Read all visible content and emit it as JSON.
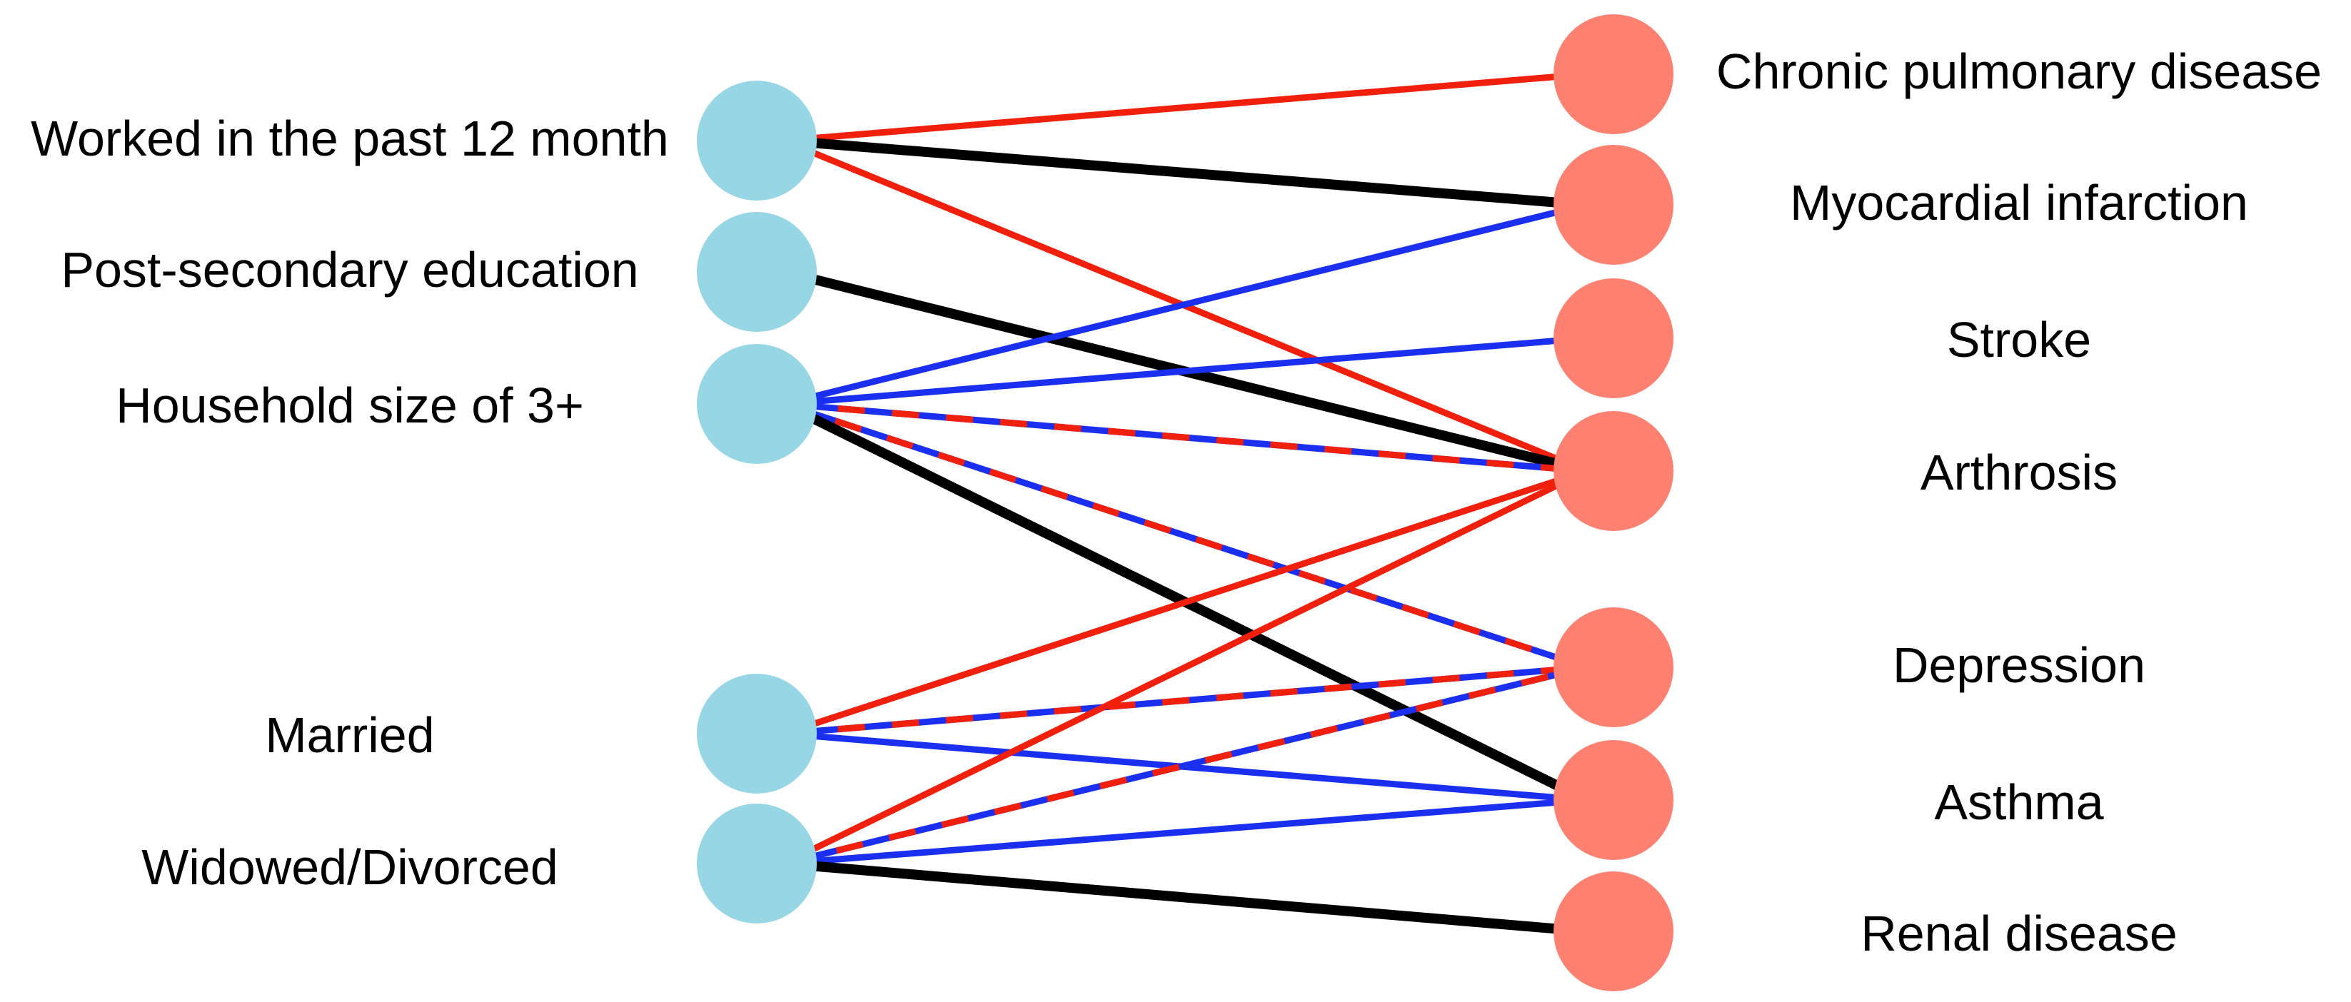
{
  "colors": {
    "left_node": "#96d6e5",
    "right_node": "#fd8070",
    "positive": "#f0200d",
    "negative": "#1a2ff0",
    "mixed_a": "#f0200d",
    "mixed_b": "#1a2ff0",
    "strong": "#000000"
  },
  "left_nodes": [
    {
      "id": "worked",
      "label": "Worked in the past 12 month"
    },
    {
      "id": "postsec",
      "label": "Post-secondary education"
    },
    {
      "id": "household",
      "label": "Household size of 3+"
    },
    {
      "id": "married",
      "label": "Married"
    },
    {
      "id": "widowed",
      "label": "Widowed/Divorced"
    }
  ],
  "right_nodes": [
    {
      "id": "copd",
      "label": "Chronic pulmonary disease"
    },
    {
      "id": "mi",
      "label": "Myocardial infarction"
    },
    {
      "id": "stroke",
      "label": "Stroke"
    },
    {
      "id": "arthrosis",
      "label": "Arthrosis"
    },
    {
      "id": "depression",
      "label": "Depression"
    },
    {
      "id": "asthma",
      "label": "Asthma"
    },
    {
      "id": "renal",
      "label": "Renal disease"
    }
  ],
  "edges": [
    {
      "from": "worked",
      "to": "copd",
      "style": "red"
    },
    {
      "from": "worked",
      "to": "mi",
      "style": "black"
    },
    {
      "from": "worked",
      "to": "arthrosis",
      "style": "red"
    },
    {
      "from": "postsec",
      "to": "arthrosis",
      "style": "black"
    },
    {
      "from": "household",
      "to": "mi",
      "style": "blue"
    },
    {
      "from": "household",
      "to": "stroke",
      "style": "blue"
    },
    {
      "from": "household",
      "to": "arthrosis",
      "style": "mixed"
    },
    {
      "from": "household",
      "to": "depression",
      "style": "mixed"
    },
    {
      "from": "household",
      "to": "asthma",
      "style": "black"
    },
    {
      "from": "married",
      "to": "arthrosis",
      "style": "red"
    },
    {
      "from": "married",
      "to": "depression",
      "style": "mixed"
    },
    {
      "from": "married",
      "to": "asthma",
      "style": "blue"
    },
    {
      "from": "widowed",
      "to": "arthrosis",
      "style": "red"
    },
    {
      "from": "widowed",
      "to": "depression",
      "style": "mixed"
    },
    {
      "from": "widowed",
      "to": "asthma",
      "style": "blue"
    },
    {
      "from": "widowed",
      "to": "renal",
      "style": "black"
    }
  ]
}
